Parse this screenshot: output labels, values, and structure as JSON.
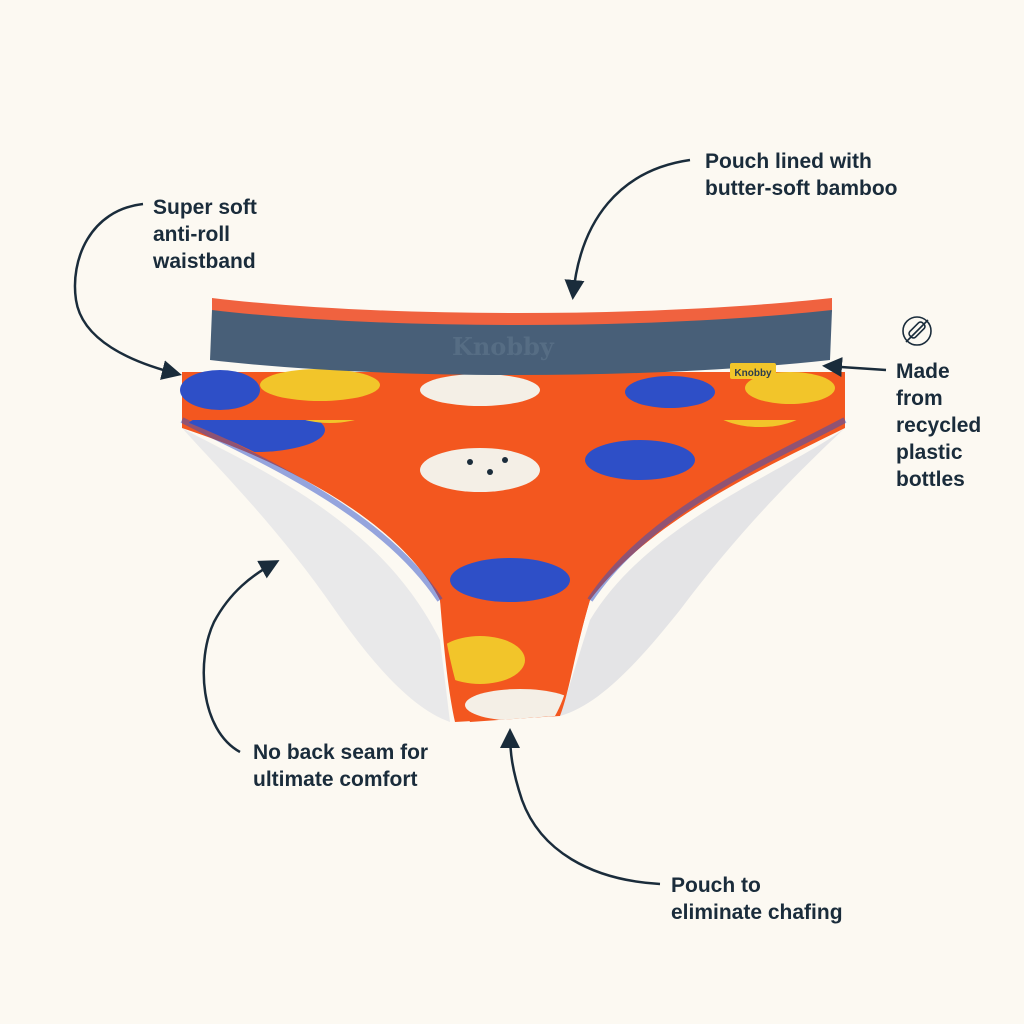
{
  "brand": {
    "waistband_logo": "Knobby",
    "tag_logo": "Knobby"
  },
  "callouts": {
    "waistband": "Super soft\nanti-roll\nwaistband",
    "pouch_lining": "Pouch lined with\nbutter-soft bamboo",
    "recycled": "Made\nfrom\nrecycled\nplastic\nbottles",
    "back_seam": "No back seam for\nultimate comfort",
    "pouch_chafing": "Pouch to\neliminate chafing"
  },
  "icons": {
    "recycled": "recycled-bottle-icon"
  },
  "colors": {
    "background": "#fcf9f2",
    "text": "#1a2c3b",
    "waistband": "#485f78",
    "waistband_trim": "#f0623f",
    "fabric": "#f3571f",
    "lining": "#e9e9ea"
  }
}
